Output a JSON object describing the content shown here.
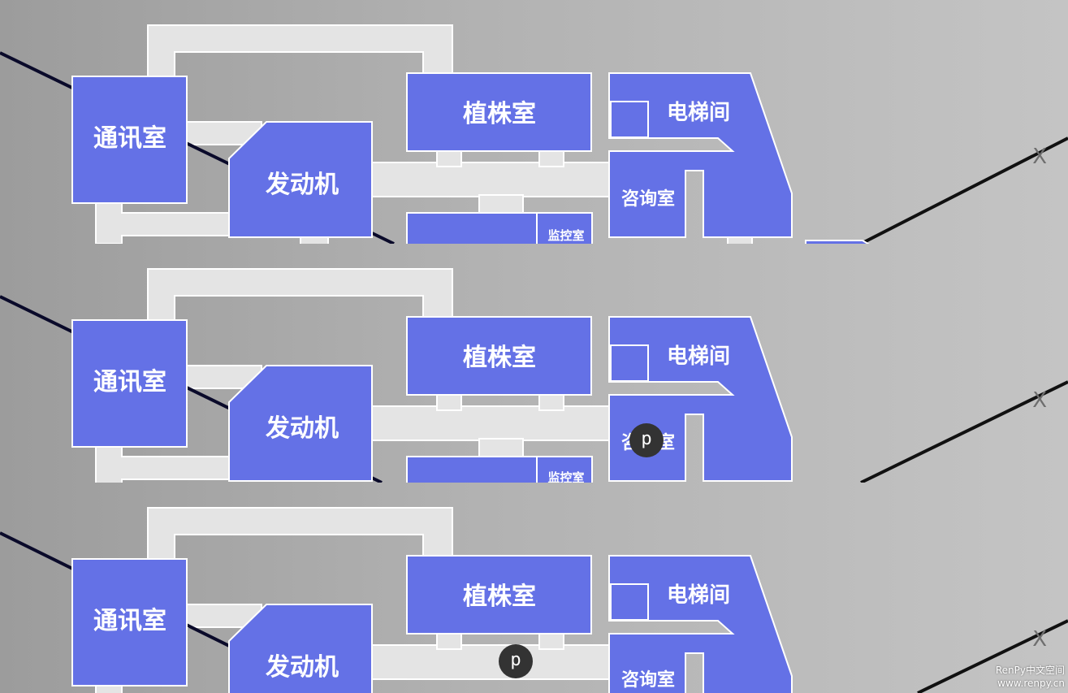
{
  "map": {
    "rooms": {
      "comms": "通讯室",
      "engine": "发动机",
      "plant": "植株室",
      "elevator": "电梯间",
      "consult": "咨询室",
      "monitor": "监控室"
    },
    "close_symbol": "X",
    "cursor_symbol": "p"
  },
  "watermark": {
    "line1": "RenPy中文空间",
    "line2": "www.renpy.cn"
  },
  "colors": {
    "room": "#6471e6",
    "corridor": "#e4e4e4",
    "background": "#b0b0b0"
  }
}
